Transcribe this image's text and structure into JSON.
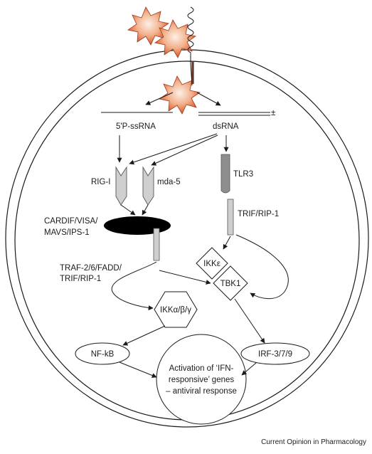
{
  "labels": {
    "ssrna": "5'P-ssRNA",
    "dsrna": "dsRNA",
    "pm": "±",
    "rigi": "RIG-I",
    "mda5": "mda-5",
    "tlr3": "TLR3",
    "cardif": [
      "CARDIF/VISA/",
      "MAVS/IPS-1"
    ],
    "trif": "TRIF/RIP-1",
    "traf": [
      "TRAF-2/6/FADD/",
      "TRIF/RIP-1"
    ],
    "ikke": "IKKε",
    "tbk1": "TBK1",
    "ikkabg": "IKKα/β/γ",
    "nfkb": "NF-kB",
    "irf": "IRF-3/7/9",
    "activation": [
      "Activation of ‘IFN-",
      "responsive’ genes",
      "– antiviral response"
    ]
  },
  "credit": "Current Opinion in Pharmacology",
  "colors": {
    "virus_outer": "#e87a4e",
    "virus_inner": "#fbe6d8",
    "adaptor_fill": "#cfcfcf",
    "tlr3_fill": "#8e8e8e",
    "cardif_fill": "#000000"
  }
}
